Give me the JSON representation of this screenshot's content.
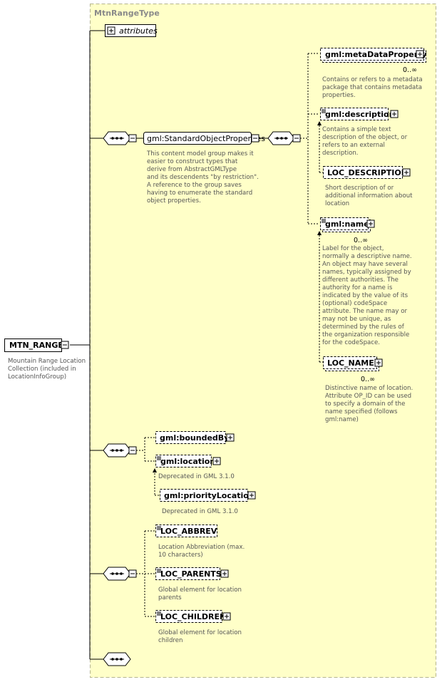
{
  "type_name": "MtnRangeType",
  "attributes_label": "attributes",
  "root": {
    "label": "MTN_RANGE",
    "doc": [
      "Mountain Range Location",
      "Collection (included in",
      "LocationInfoGroup)"
    ]
  },
  "group1": {
    "label": "gml:StandardObjectProperties",
    "doc": [
      "This content model group makes it",
      "easier to construct types that",
      "     derive from AbstractGMLType",
      "and its descendents \"by restriction\".",
      "     A reference to the group saves",
      "having to enumerate the standard",
      "object properties."
    ]
  },
  "meta": {
    "label": "gml:metaDataProperty",
    "card": "0..∞",
    "doc": [
      "Contains or refers to a metadata",
      "package that contains metadata",
      "properties."
    ]
  },
  "description": {
    "label": "gml:description",
    "doc": [
      "Contains a simple text",
      "description of the object, or",
      "refers to an external",
      "description."
    ]
  },
  "loc_description": {
    "label": "LOC_DESCRIPTION",
    "doc": [
      "Short description of or",
      "additional information about",
      "location"
    ]
  },
  "name": {
    "label": "gml:name",
    "card": "0..∞",
    "doc": [
      "Label for the object,",
      "normally a descriptive name.",
      "An object may have several",
      "names, typically assigned by",
      "different authorities.  The",
      "authority for a name is",
      "indicated by the value of its",
      "(optional) codeSpace",
      "attribute.  The name may or",
      "may not be unique, as",
      "determined by the rules of",
      "the organization responsible",
      "for the codeSpace."
    ]
  },
  "loc_name": {
    "label": "LOC_NAME",
    "card": "0..∞",
    "doc": [
      "Distinctive name of location.",
      "Attribute OP_ID can be used",
      "to specify a domain of the",
      "name specified (follows",
      "gml:name)"
    ]
  },
  "bounded_by": {
    "label": "gml:boundedBy"
  },
  "location": {
    "label": "gml:location",
    "doc": [
      "Deprecated in GML 3.1.0"
    ]
  },
  "priority_location": {
    "label": "gml:priorityLocation",
    "doc": [
      "Deprecated in GML 3.1.0"
    ]
  },
  "loc_abbrev": {
    "label": "LOC_ABBREV",
    "doc": [
      "Location Abbreviation (max.",
      "10 characters)"
    ]
  },
  "loc_parents": {
    "label": "LOC_PARENTS",
    "doc": [
      "Global element for location",
      "parents"
    ]
  },
  "loc_children": {
    "label": "LOC_CHILDREN",
    "doc": [
      "Global element for location",
      "children"
    ]
  },
  "colors": {
    "panel_fill": "#ffffc8",
    "panel_border": "#b4b48c",
    "doc_text": "#555555"
  }
}
